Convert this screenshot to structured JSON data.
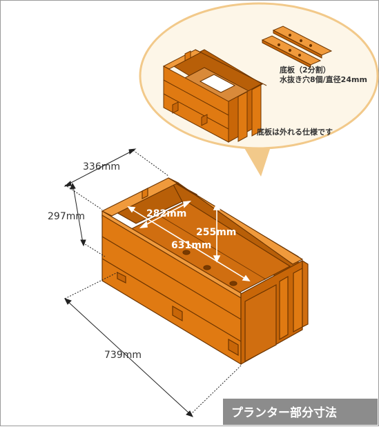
{
  "dimensions": {
    "width": "336mm",
    "height": "297mm",
    "length": "739mm",
    "inner_width": "282mm",
    "inner_height": "255mm",
    "inner_length": "631mm"
  },
  "callout": {
    "bottom_board_line1": "底板（2分割）",
    "bottom_board_line2": "水抜き穴8個/直径24mm",
    "removable_note": "底板は外れる仕様です"
  },
  "title": "プランター部分寸法",
  "colors": {
    "wood_front": "#e07a12",
    "wood_side": "#c86608",
    "wood_top": "#f09a3c",
    "wood_inside": "#d06e10",
    "outline": "#6b3400",
    "bubble_fill": "#fdf6e8",
    "bubble_stroke": "#f2c98a",
    "title_bg": "#8c8c8c"
  }
}
